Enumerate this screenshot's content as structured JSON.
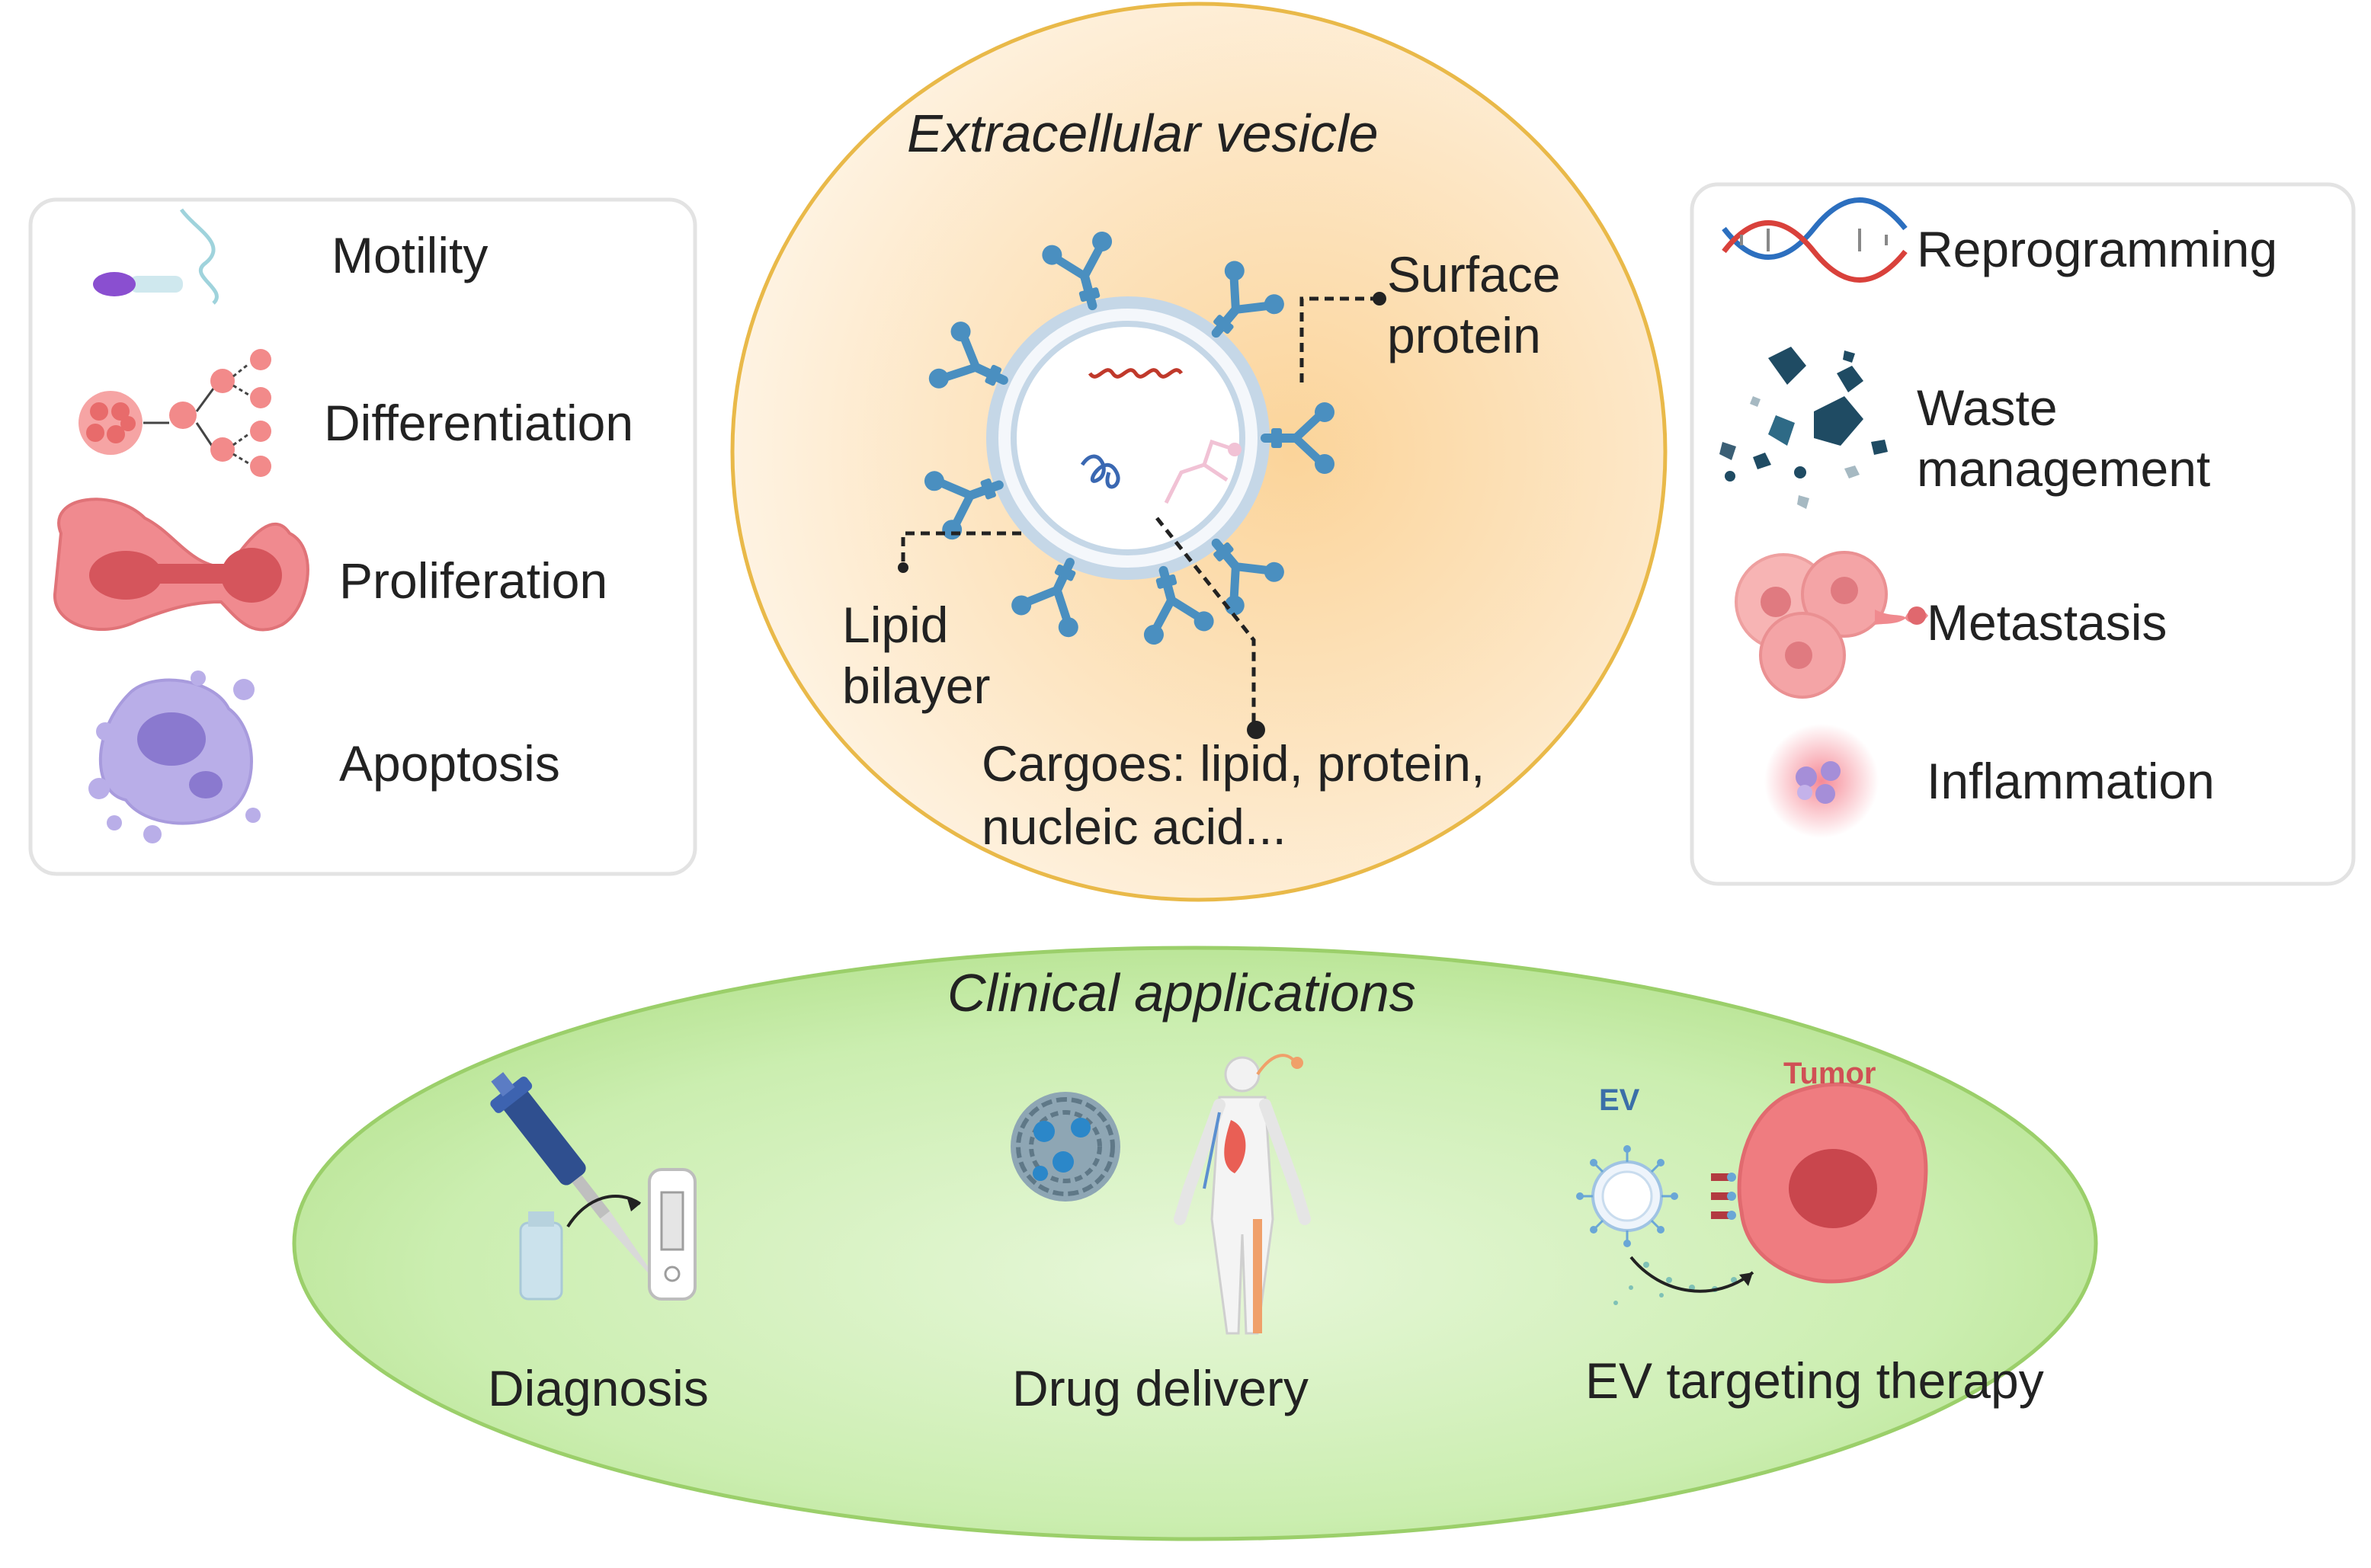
{
  "vesicle": {
    "title": "Extracellular vesicle",
    "surface_protein": [
      "Surface",
      "protein"
    ],
    "lipid_bilayer": [
      "Lipid",
      "bilayer"
    ],
    "cargoes": [
      "Cargoes: lipid, protein,",
      "nucleic acid..."
    ]
  },
  "left_panel": {
    "items": [
      {
        "label": "Motility",
        "icon": "sperm-icon"
      },
      {
        "label": "Differentiation",
        "icon": "cell-differentiation-icon"
      },
      {
        "label": "Proliferation",
        "icon": "dividing-cell-icon"
      },
      {
        "label": "Apoptosis",
        "icon": "apoptotic-cell-icon"
      }
    ]
  },
  "right_panel": {
    "items": [
      {
        "label": "Reprogramming",
        "icon": "dna-icon"
      },
      {
        "label": [
          "Waste",
          "management"
        ],
        "icon": "debris-icon"
      },
      {
        "label": "Metastasis",
        "icon": "metastatic-cells-icon"
      },
      {
        "label": "Inflammation",
        "icon": "inflammation-icon"
      }
    ]
  },
  "clinical": {
    "title": "Clinical applications",
    "items": [
      {
        "label": "Diagnosis",
        "icon": "pipette-test-icon"
      },
      {
        "label": "Drug delivery",
        "icon": "human-body-icon"
      },
      {
        "label": "EV targeting therapy",
        "icon": "ev-tumor-icon"
      }
    ],
    "ev_tag": "EV",
    "tumor_tag": "Tumor"
  },
  "colors": {
    "vesicle_border": "#e9b949",
    "vesicle_fill": "#fbdfb0",
    "protein_blue": "#4a8fc0",
    "clinical_fill": "#c9ebb0",
    "clinical_border": "#9bcf6a",
    "panel_border": "#e3e3e3",
    "cell_pink": "#f1878a",
    "tumor_red": "#d05055"
  }
}
